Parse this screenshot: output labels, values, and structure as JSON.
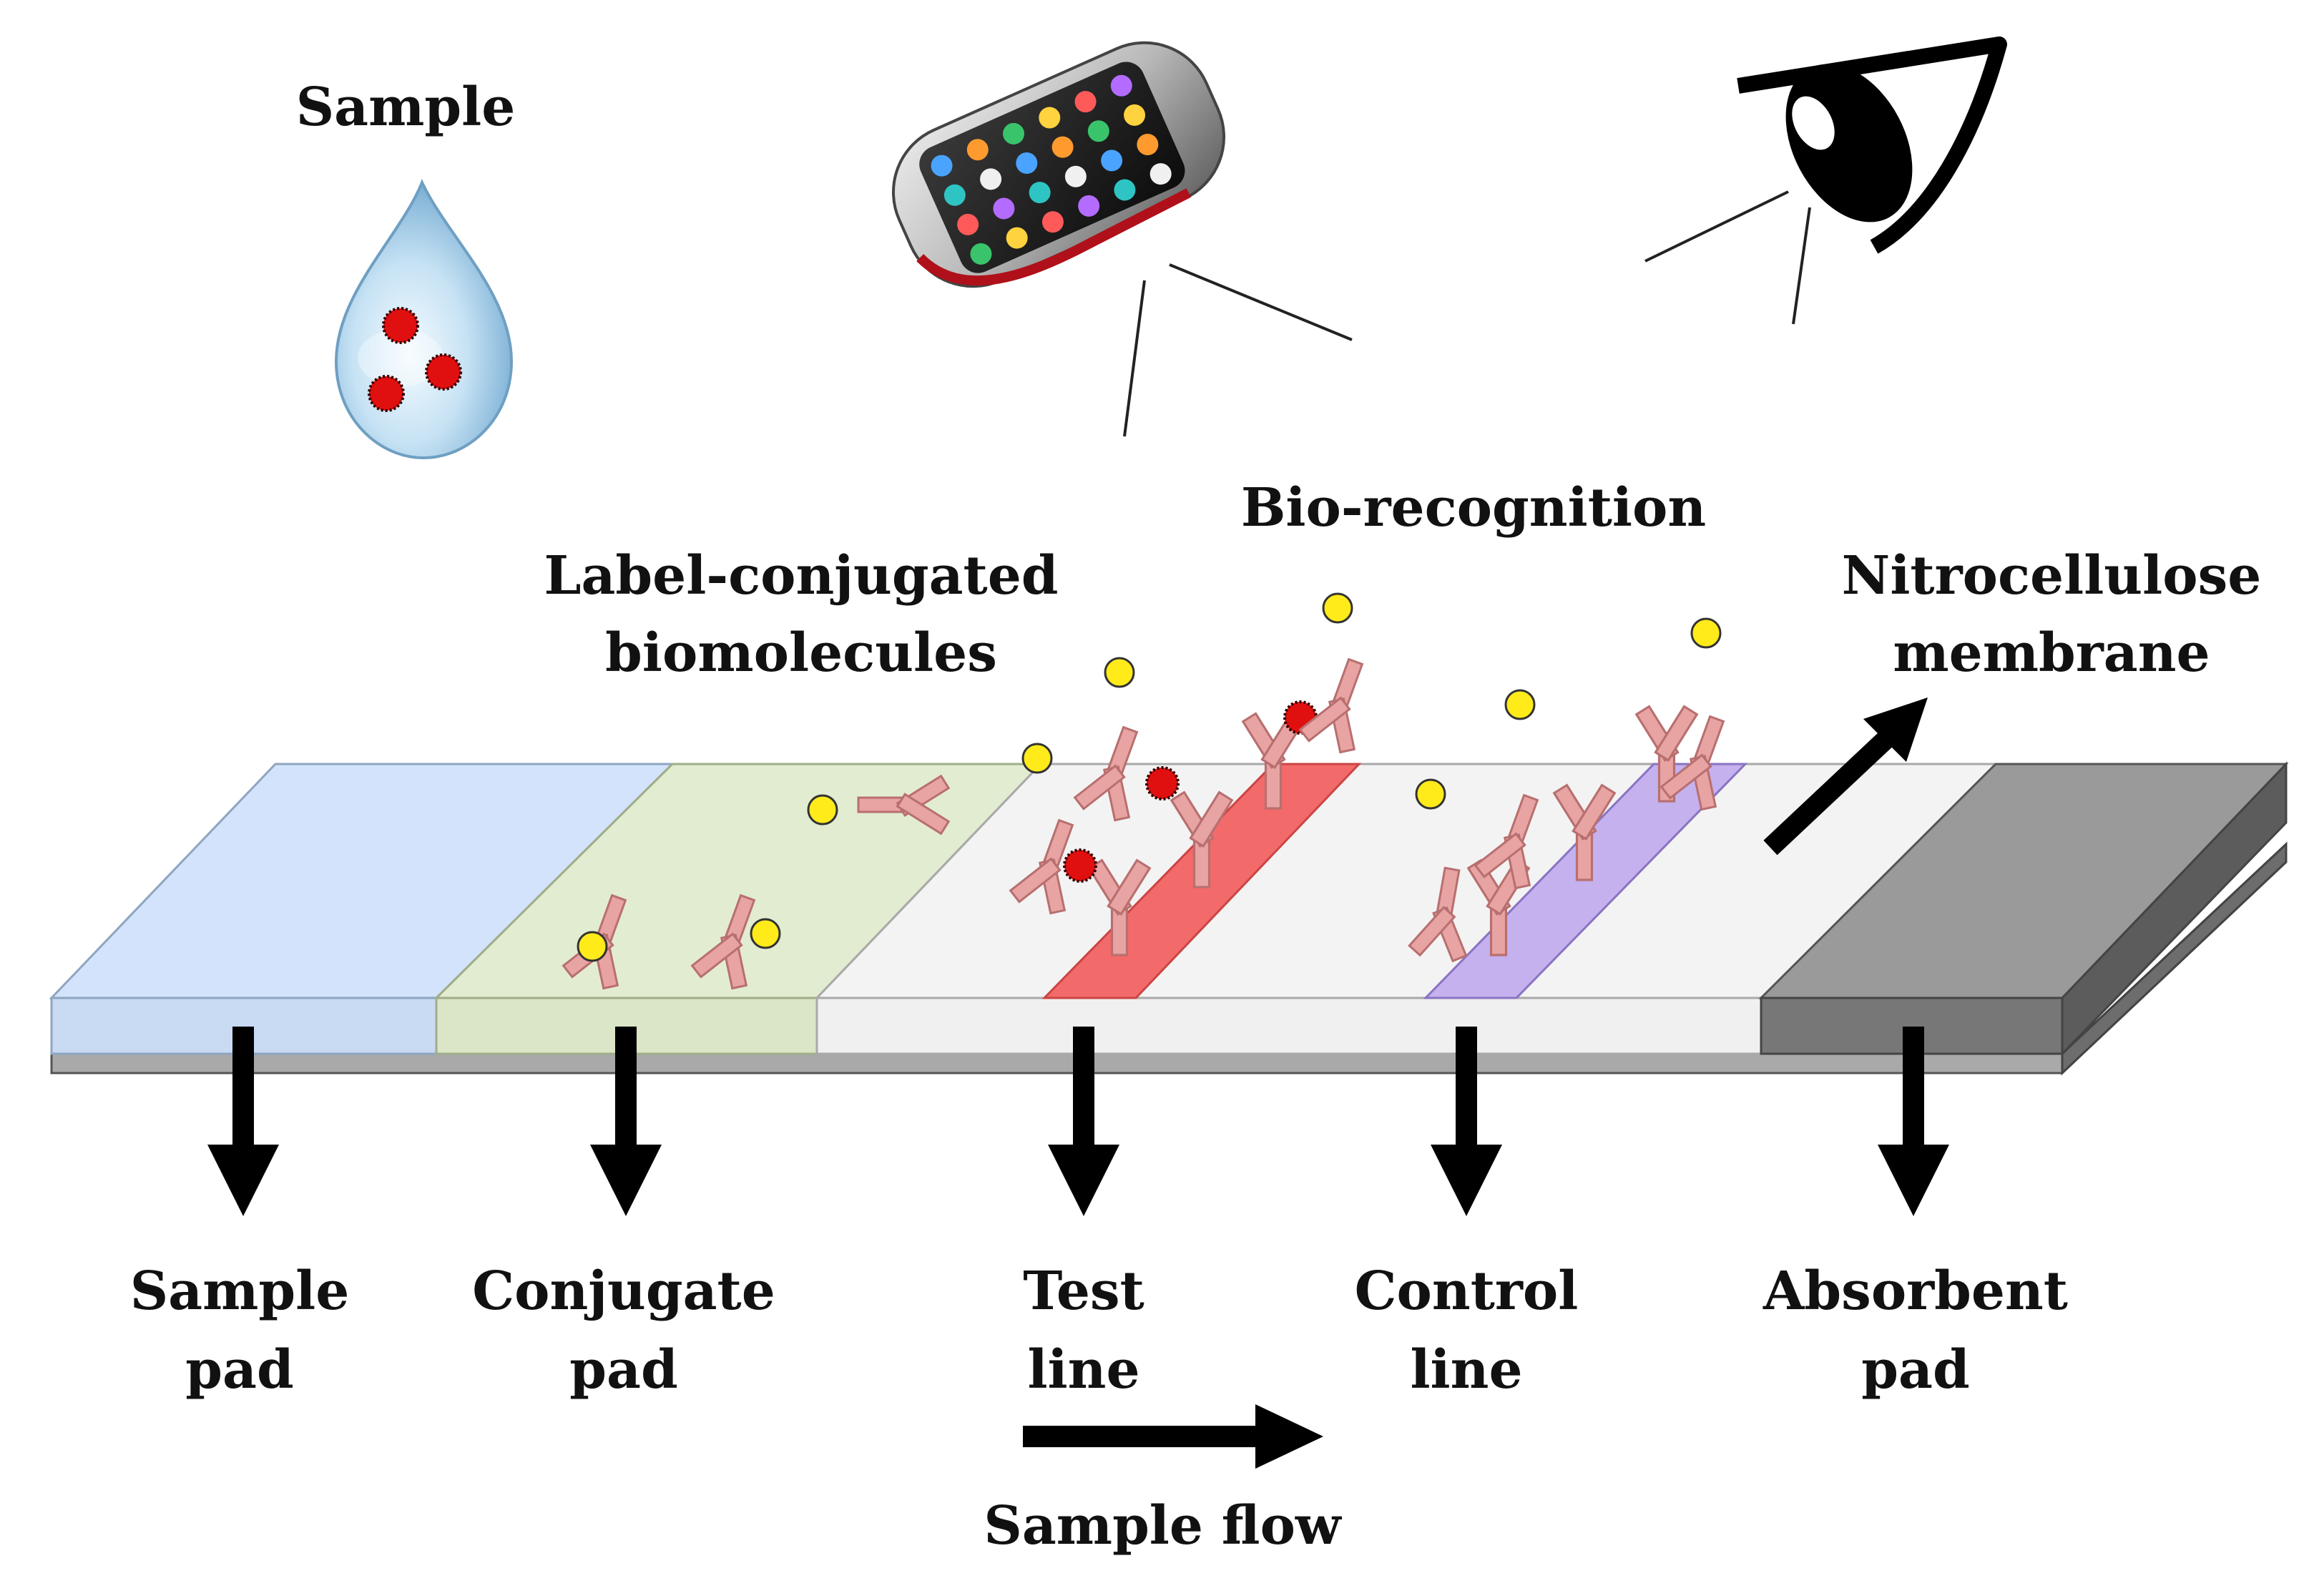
{
  "labels": {
    "sample": "Sample",
    "bio_recognition": "Bio-recognition",
    "label_conjugated_line1": "Label-conjugated",
    "label_conjugated_line2": "biomolecules",
    "nitrocellulose_line1": "Nitrocellulose",
    "nitrocellulose_line2": "membrane",
    "sample_pad_line1": "Sample",
    "sample_pad_line2": "pad",
    "conjugate_pad_line1": "Conjugate",
    "conjugate_pad_line2": "pad",
    "test_line_line1": "Test",
    "test_line_line2": "line",
    "control_line_line1": "Control",
    "control_line_line2": "line",
    "absorbent_pad_line1": "Absorbent",
    "absorbent_pad_line2": "pad",
    "sample_flow": "Sample flow"
  },
  "colors": {
    "sample_pad": "#d3e3fb",
    "conjugate_pad": "#e2ecd0",
    "membrane": "#f3f3f3",
    "absorbent_pad": "#9a9a9a",
    "test_line": "#f26a6a",
    "control_line": "#c4b1ee",
    "antibody": "#e8a3a3",
    "label_particle": "#ffeb1a",
    "antigen": "#e01010",
    "arrow": "#000000"
  },
  "icons": {
    "sample_drop": "water-drop-icon",
    "reader": "smartphone-icon",
    "visual": "eye-icon"
  }
}
